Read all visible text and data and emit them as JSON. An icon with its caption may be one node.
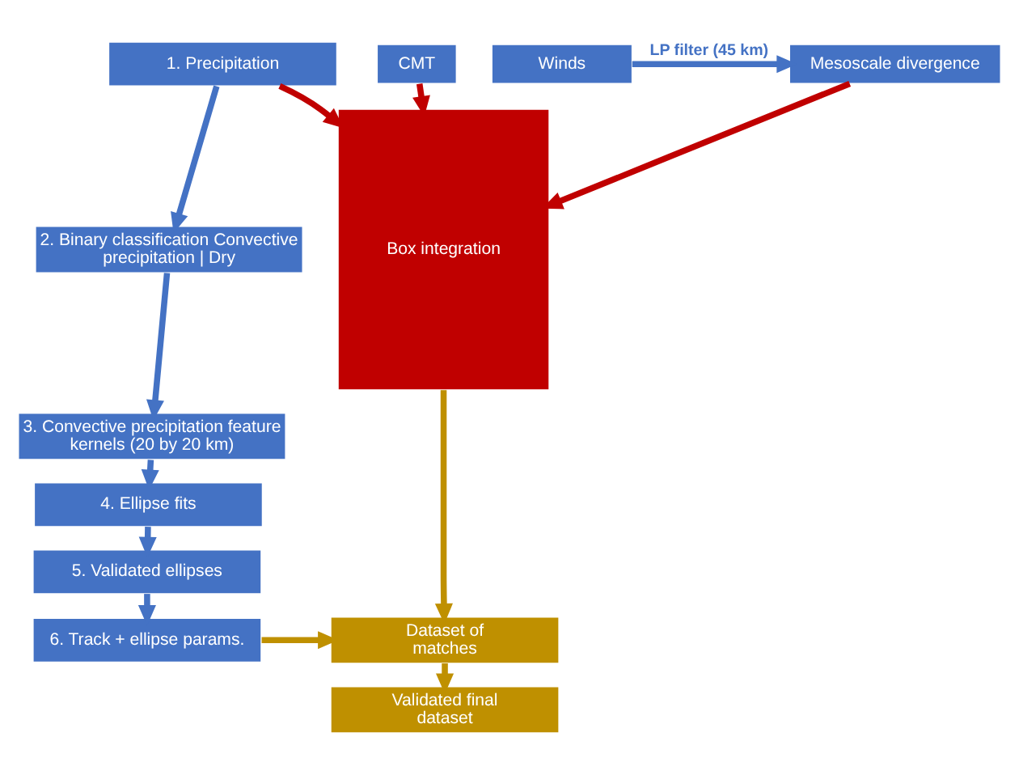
{
  "diagram": {
    "nodes": [
      {
        "text": [
          "Winds"
        ]
      },
      {
        "text": [
          "Mesoscale divergence"
        ]
      },
      {
        "text": [
          "1. Precipitation"
        ]
      },
      {
        "text": [
          "2. Binary classification Convective precipitation | Dry"
        ]
      },
      {
        "text": [
          "3. Convective precipitation feature kernels (20 by 20 km)"
        ]
      },
      {
        "text": [
          "4. Ellipse fits"
        ]
      },
      {
        "text": [
          "5. Validated ellipses"
        ]
      },
      {
        "text": [
          "6. Track + ellipse params."
        ]
      },
      {
        "text": [
          "Box integration"
        ]
      },
      {
        "text": [
          "CMT"
        ]
      },
      {
        "text": [
          "Dataset of matches"
        ]
      },
      {
        "text": [
          "Validated final dataset"
        ]
      }
    ],
    "edges": [
      {
        "from": 0,
        "to": 1,
        "arrow": "to",
        "label": "LP filter (45 km)"
      },
      {
        "from": 1,
        "to": 8,
        "arrow": "to",
        "color": "#c00000"
      },
      {
        "from": 2,
        "to": 8,
        "arrow": "to",
        "color": "#c00000"
      },
      {
        "from": 9,
        "to": 8,
        "arrow": "to",
        "color": "#c00000"
      },
      {
        "from": 2,
        "to": 3,
        "arrow": "to"
      },
      {
        "from": 3,
        "to": 4,
        "arrow": "to"
      },
      {
        "from": 4,
        "to": 5,
        "arrow": "to"
      },
      {
        "from": 5,
        "to": 6,
        "arrow": "to"
      },
      {
        "from": 6,
        "to": 7,
        "arrow": "to"
      },
      {
        "from": 7,
        "to": 10,
        "arrow": "to",
        "color": "#bf9000"
      },
      {
        "from": 8,
        "to": 10,
        "arrow": "to",
        "color": "#bf9000"
      },
      {
        "from": 10,
        "to": 11,
        "arrow": "to",
        "color": "#bf9000"
      }
    ]
  }
}
